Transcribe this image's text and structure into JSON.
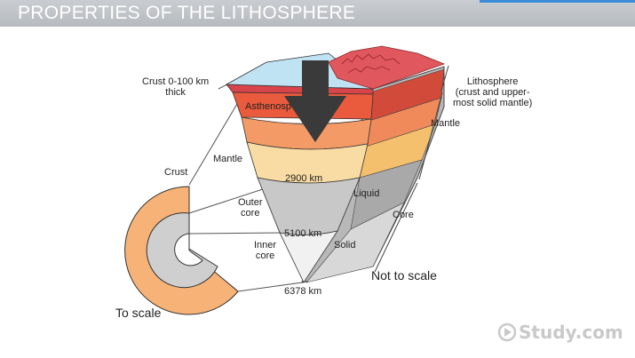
{
  "header": {
    "title": "PROPERTIES OF THE LITHOSPHERE"
  },
  "labels": {
    "crust_thickness_line1": "Crust 0-100 km",
    "crust_thickness_line2": "thick",
    "crust": "Crust",
    "mantle_left": "Mantle",
    "asthenosphere": "Asthenosp",
    "lithosphere_line1": "Lithosphere",
    "lithosphere_line2": "(crust and upper-",
    "lithosphere_line3": "most solid mantle)",
    "mantle_right": "Mantle",
    "depth_2900": "2900 km",
    "liquid": "Liquid",
    "outer_core_line1": "Outer",
    "outer_core_line2": "core",
    "core": "Core",
    "depth_5100": "5100 km",
    "inner_core_line1": "Inner",
    "inner_core_line2": "core",
    "solid": "Solid",
    "depth_6378": "6378 km",
    "not_to_scale": "Not to scale",
    "to_scale": "To scale"
  },
  "watermark": {
    "text": "Study.com",
    "icon": "play-circle-icon"
  },
  "colors": {
    "crust_surface": "#d9434a",
    "ocean": "#bfe3f2",
    "asthenosphere": "#ea5a3c",
    "mantle_upper": "#f39a66",
    "mantle_mid": "#f6bc82",
    "mantle_lower": "#f9dca4",
    "outer_core": "#c8c8c8",
    "inner_core": "#f1f1f1",
    "arrow": "#3a3a3a"
  }
}
